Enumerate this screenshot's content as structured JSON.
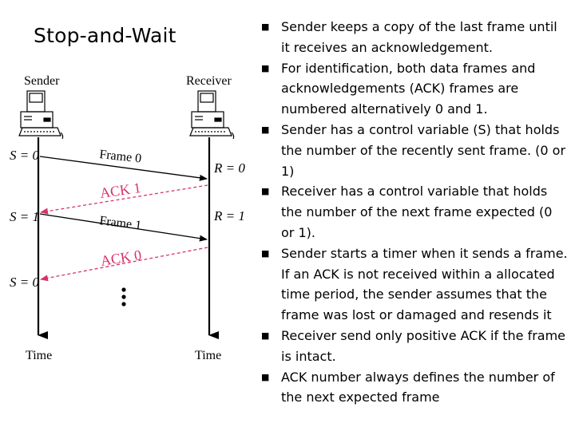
{
  "slide": {
    "title": "Stop-and-Wait"
  },
  "diagram": {
    "sender_label": "Sender",
    "receiver_label": "Receiver",
    "time_label_sender": "Time",
    "time_label_receiver": "Time",
    "sender_states": [
      "S = 0",
      "S = 1",
      "S = 0"
    ],
    "receiver_states": [
      "R = 0",
      "R = 1"
    ],
    "messages": [
      "Frame 0",
      "ACK 1",
      "Frame 1",
      "ACK 0"
    ],
    "colors": {
      "data": "#000000",
      "ack": "#d6336c"
    }
  },
  "bullets": [
    "Sender keeps a copy of the last frame until it receives an acknowledgement.",
    "For identification, both data frames and acknowledgements (ACK) frames are numbered alternatively 0 and 1.",
    "Sender has a control variable (S) that holds the number of the recently sent frame. (0 or 1)",
    "Receiver has a control variable that holds the number of the next frame expected (0 or 1).",
    "Sender starts a timer when it sends a frame. If an ACK is not received within a allocated time period, the sender assumes that the frame was lost or damaged and resends it",
    "Receiver send only positive ACK if the frame is intact.",
    "ACK number always defines the number of the next expected frame"
  ]
}
